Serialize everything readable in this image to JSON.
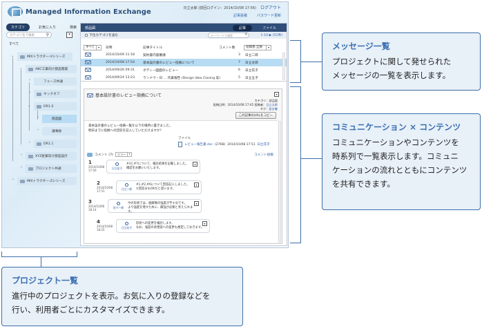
{
  "app": {
    "title": "Managed Information Exchange",
    "user_info": "日立太郎 (前回ログイン：2014/10/08 17:56)",
    "logout": "ログアウト",
    "links": [
      "記事投稿",
      "パスワード更新"
    ]
  },
  "sidebar": {
    "tabs": [
      {
        "label": "カテゴリ",
        "active": true
      },
      {
        "label": "お気に入り"
      },
      {
        "label": "検索"
      }
    ],
    "search_placeholder": "カテゴリ名で検索",
    "all_label": "すべて",
    "tree": [
      {
        "label": "MIXトラクター-Vシリーズ",
        "level": 0,
        "expanded": true
      },
      {
        "label": "ABC工業向け部品開発",
        "level": 1,
        "expanded": true
      },
      {
        "label": "フェーズ共通",
        "level": 2
      },
      {
        "label": "キックオフ",
        "level": 2
      },
      {
        "label": "DR1.0",
        "level": 2,
        "expanded": true
      },
      {
        "label": "部品図",
        "level": 3,
        "selected": true
      },
      {
        "label": "議事録",
        "level": 3
      },
      {
        "label": "DR1.1",
        "level": 2
      },
      {
        "label": "XYZ産業向け部品設計",
        "level": 1
      },
      {
        "label": "プロジェクト共通",
        "level": 1
      },
      {
        "label": "MIXトラクター-Zシリーズ",
        "level": 0
      }
    ]
  },
  "main": {
    "category_title": "部品図",
    "tabs": [
      {
        "label": "記事",
        "active": true
      },
      {
        "label": "ファイル"
      }
    ],
    "include_sub": "下位カテゴリを含む",
    "keyword_placeholder": "キーワードで検索",
    "pager": "1-10 ▶ (51件)",
    "list": {
      "filter": "すべて",
      "columns": {
        "date": "日時",
        "title": "記事タイトル",
        "comments": "コメント数",
        "poster": "投稿者:全員"
      },
      "rows": [
        {
          "date": "2014/10/09 11:18",
          "title": "契約書内容審議",
          "comments": "3",
          "poster": "日立二郎"
        },
        {
          "date": "2014/10/08 17:54",
          "title": "基本設計書のレビュー指摘について",
          "comments": "7",
          "poster": "日立太郎",
          "selected": true
        },
        {
          "date": "2014/09/26 09:31",
          "title": "ボディー図面のレビュー",
          "comments": "6",
          "poster": "日立花子"
        },
        {
          "date": "2014/09/24 13:23",
          "title": "ランドウ・日 ... 作業報告 (Design Idea Closing 案)",
          "comments": "5",
          "poster": "日立五子"
        }
      ]
    },
    "detail": {
      "title": "基本設計書のレビュー指摘について",
      "category": "カテゴリ：部品図",
      "posted": "投稿日時：2014/10/08 17:45",
      "poster_label": "投稿者：",
      "poster": "日立太郎",
      "tag_label": "タグ：",
      "tag": "設計書",
      "copy_url": "この記事のURLをコピー",
      "body_line1": "基本設計書のレビュー指摘一覧を以下の場所に置きました。",
      "body_line2": "明日までに指摘への回答を記入していただけますか？",
      "file_label": "ファイル",
      "file_name": "レビュー報告書.doc",
      "file_size": "(27KB)",
      "file_date": "2014/10/08 17:51",
      "file_user": "日立花子"
    },
    "comments": {
      "label": "コメント (7)",
      "mode": "ツリー",
      "post": "コメント投稿",
      "items": [
        {
          "num": "1",
          "date": "2014/10/08",
          "time": "17:50",
          "user": "日立花子",
          "l1": "#3と#7について、検討結果を記載しました。",
          "l2": "確認をお願いいたします。"
        },
        {
          "num": "2",
          "date": "2014/10/08",
          "time": "17:51",
          "user": "日立二郎",
          "l1": "#1,#2,#6について回答記入しました。",
          "l2": "①回答分もOKだと思います。"
        },
        {
          "num": "3",
          "date": "2014/10/08",
          "time": "18:14",
          "user": "佐々一郎",
          "l1": "今の形状では、組解像の強度が不十分です。",
          "l2": "より強度を増すために、補強が必要と考えられます。"
        },
        {
          "num": "4",
          "date": "2014/10/08",
          "time": "18:25",
          "user": "日立花子",
          "l1": "形状への変更を検討します。",
          "l2": "なお、強度の改善案への変更も想定しておきます。"
        }
      ]
    }
  },
  "callouts": {
    "messages": {
      "title": "メッセージ一覧",
      "lines": [
        "プロジェクトに関して発せられた",
        "メッセージの一覧を表示します。"
      ]
    },
    "comm": {
      "title": "コミュニケーション × コンテンツ",
      "lines": [
        "コミュニケーションやコンテンツを",
        "時系列で一覧表示します。コミュニ",
        "ケーションの流れとともにコンテンツ",
        "を共有できます。"
      ]
    },
    "projects": {
      "title": "プロジェクト一覧",
      "lines": [
        "進行中のプロジェクトを表示。お気に入りの登録などを",
        "行い、利用者ごとにカスタマイズできます。"
      ]
    }
  },
  "colors": {
    "accent": "#2f4e78",
    "callout_border": "#3b6ea8",
    "callout_title": "#3a6fb1",
    "selected_row": "#b7dcf3"
  }
}
